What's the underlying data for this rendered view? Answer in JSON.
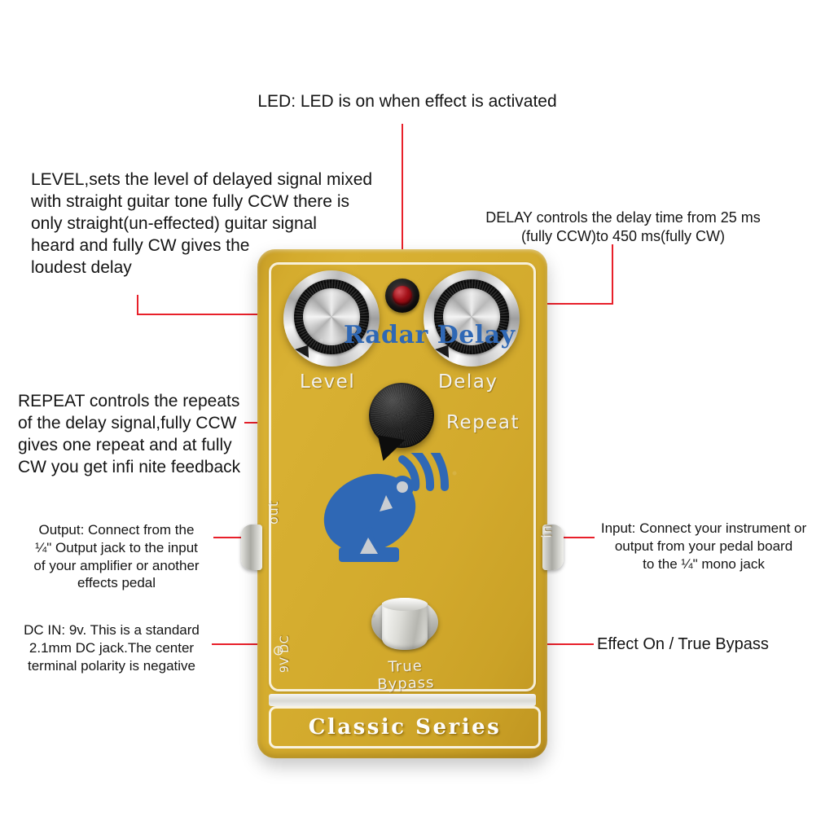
{
  "diagram": {
    "subject": "Radar Delay guitar effects pedal — annotated parts diagram",
    "accent_color": "#e8202a",
    "body_color": "#d4ab2d",
    "logo_color": "#2f68b5"
  },
  "annotations": {
    "led": "LED: LED is on when effect is activated",
    "level": "LEVEL,sets the level of delayed signal mixed\nwith straight guitar tone fully CCW there is\nonly straight(un-effected) guitar signal\nheard and fully CW gives the\nloudest delay",
    "delay": "DELAY controls the delay time from 25 ms\n(fully CCW)to 450 ms(fully CW)",
    "repeat": "REPEAT controls the repeats\nof the delay signal,fully CCW\ngives one repeat and at fully\nCW you get infi nite feedback",
    "output": "Output: Connect from the\n¼\" Output jack to the input\nof your amplifier or another\neffects pedal",
    "input": "Input: Connect your instrument or\noutput from your pedal board\nto the ¼\" mono jack",
    "dc_in": "DC IN: 9v. This is a standard\n2.1mm DC jack.The center\nterminal polarity is negative",
    "footswitch": "Effect On / True Bypass"
  },
  "pedal": {
    "brand": "Radar Delay",
    "series": "Classic Series",
    "knobs": [
      {
        "name": "level",
        "label": "Level",
        "type": "chrome-skirted"
      },
      {
        "name": "delay",
        "label": "Delay",
        "type": "chrome-skirted"
      },
      {
        "name": "repeat",
        "label": "Repeat",
        "type": "black-rubber"
      }
    ],
    "led_label": "led-indicator",
    "footswitch_label": "True Bypass",
    "jacks": {
      "output_label": "out",
      "input_label": "in",
      "dc_label": "9V DC",
      "dc_polarity_symbol": "⊖"
    }
  }
}
